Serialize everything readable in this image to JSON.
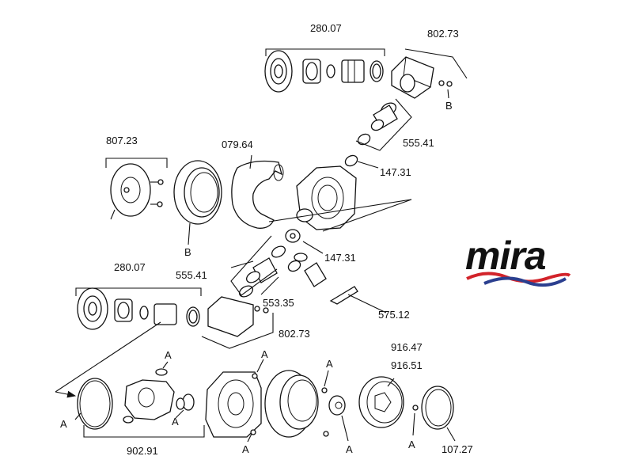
{
  "brand": {
    "name": "mira",
    "colors": {
      "wave_red": "#d2232a",
      "wave_blue": "#2b3f8f",
      "text": "#111111"
    }
  },
  "labels": {
    "top_280_07": "280.07",
    "top_802_73": "802.73",
    "b_top": "B",
    "top_555_41": "555.41",
    "top_147_31": "147.31",
    "p807_23": "807.23",
    "p079_64": "079.64",
    "b_mid": "B",
    "mid_147_31": "147.31",
    "mid_555_41": "555.41",
    "p575_12": "575.12",
    "mid_280_07": "280.07",
    "p553_35": "553.35",
    "mid_802_73": "802.73",
    "a1": "A",
    "a2": "A",
    "a3": "A",
    "a4": "A",
    "a5": "A",
    "a6": "A",
    "a7": "A",
    "a8": "A",
    "p902_91": "902.91",
    "p916_47": "916.47",
    "p916_51": "916.51",
    "p107_27": "107.27"
  }
}
